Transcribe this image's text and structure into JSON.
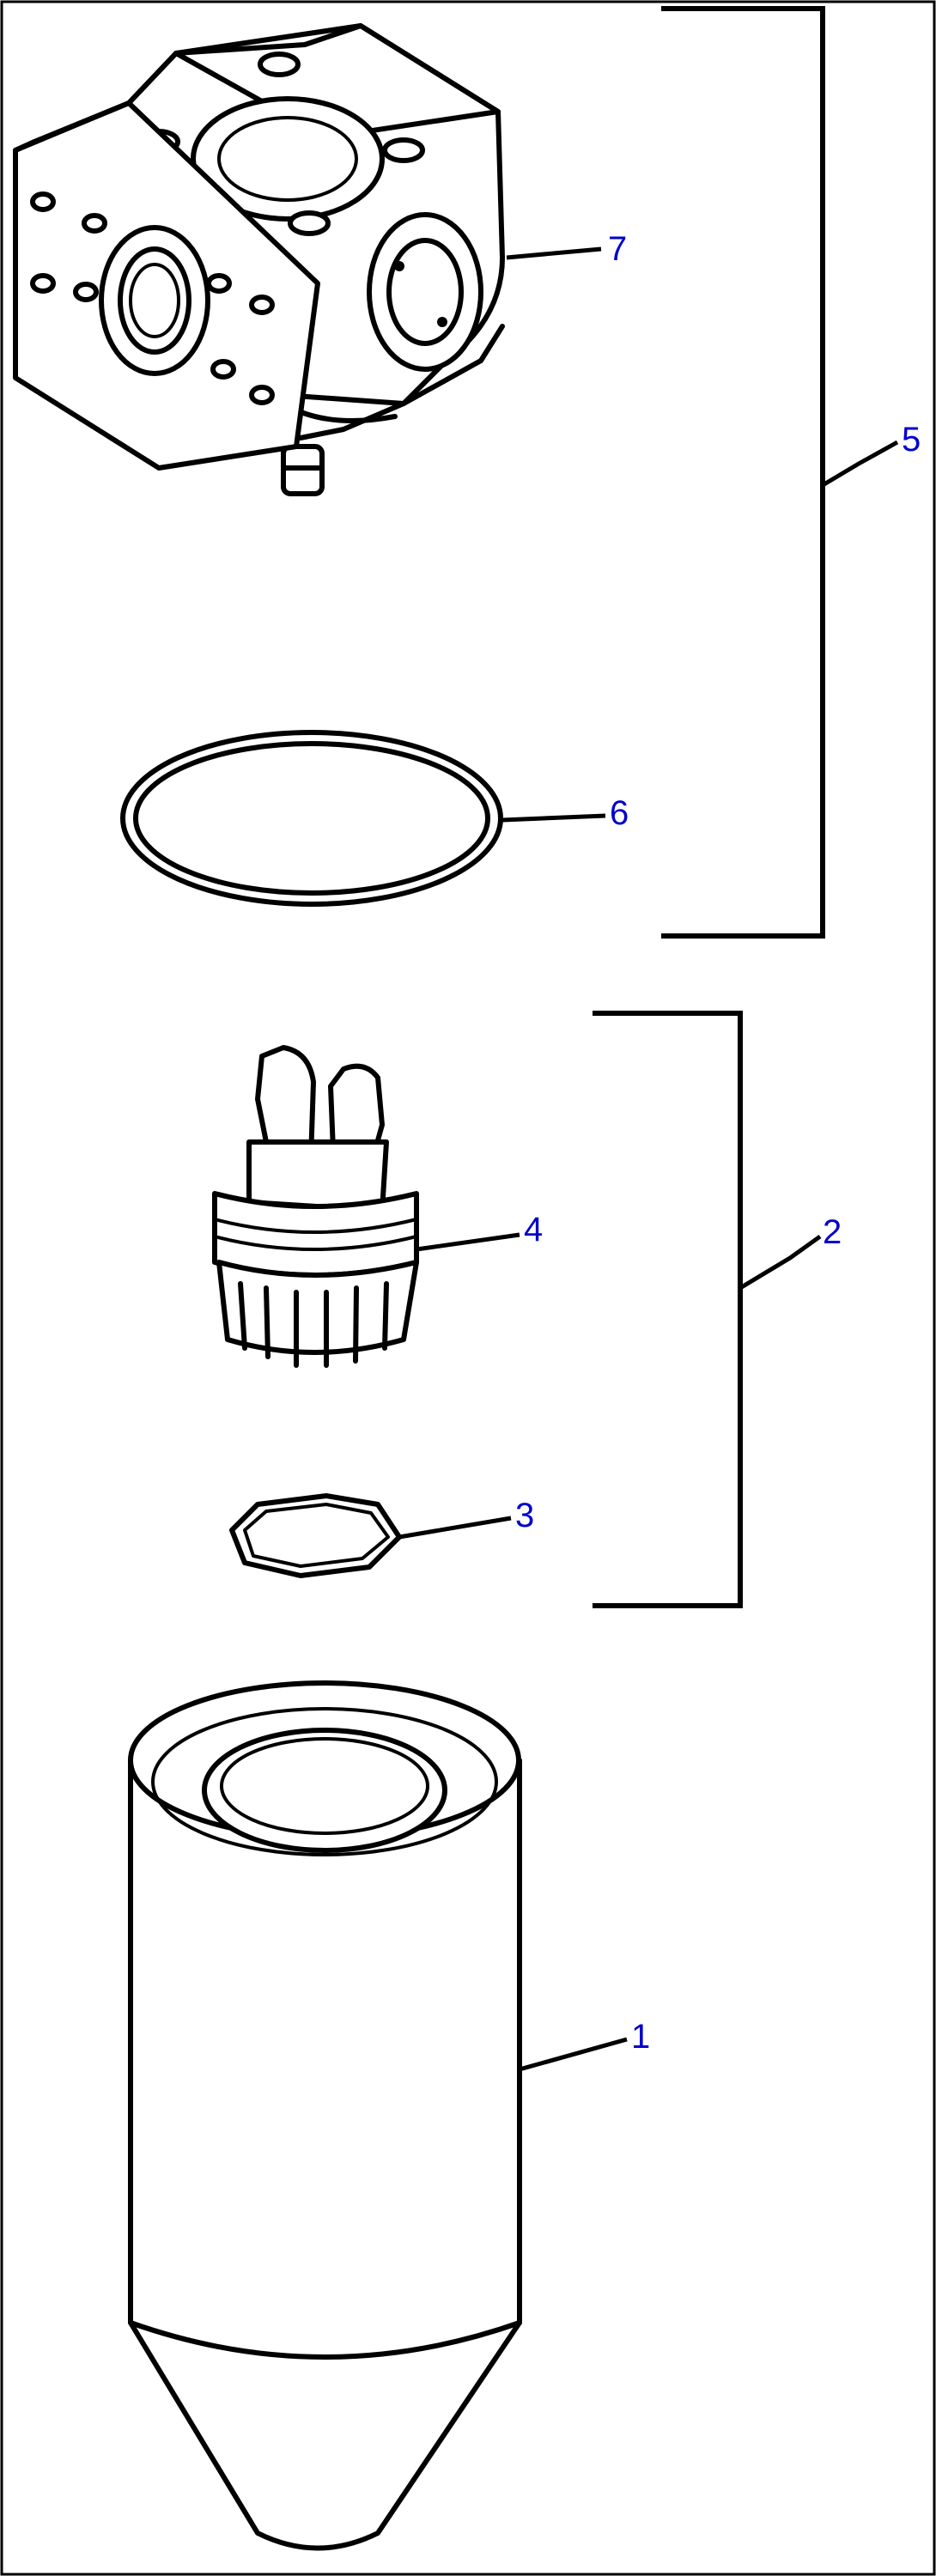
{
  "diagram": {
    "callouts": {
      "item_1": "1",
      "item_2": "2",
      "item_3": "3",
      "item_4": "4",
      "item_5": "5",
      "item_6": "6",
      "item_7": "7"
    }
  }
}
